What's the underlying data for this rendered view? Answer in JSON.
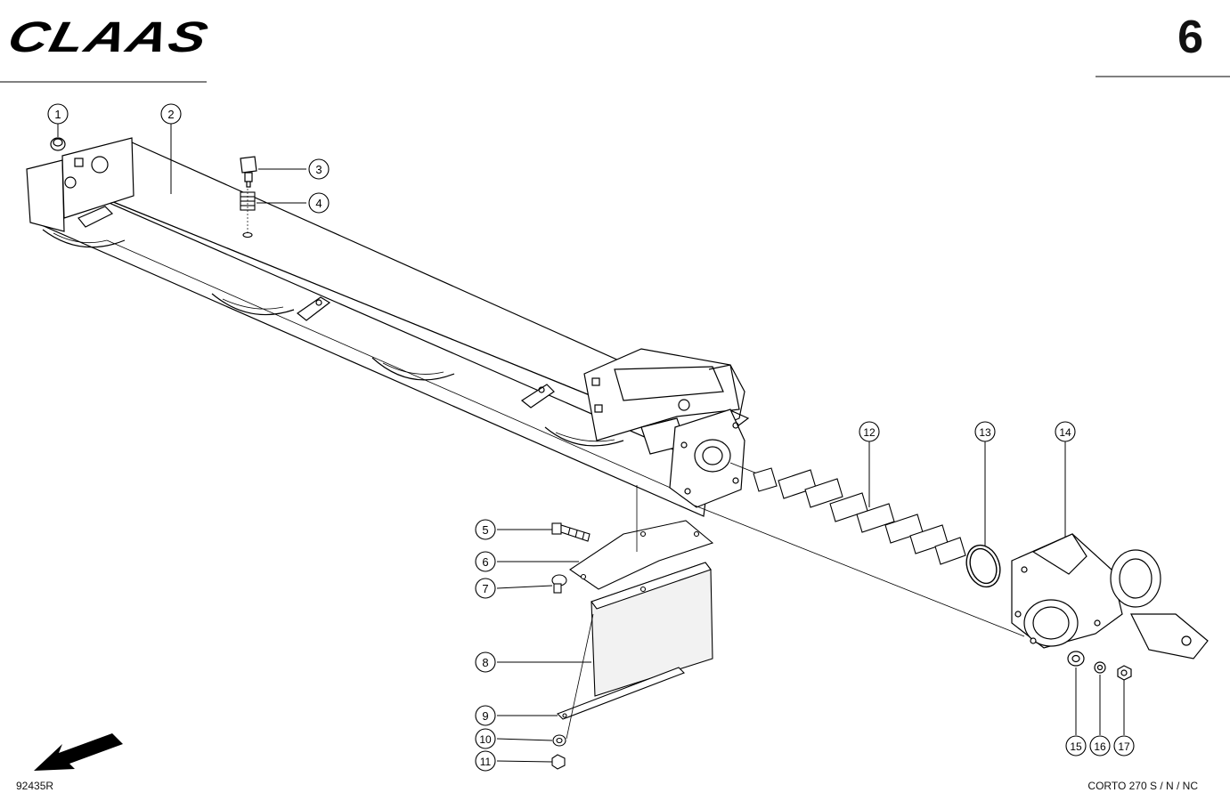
{
  "header": {
    "brand": "CLAAS",
    "page_number": "6"
  },
  "footer": {
    "drawing_code": "92435R",
    "model": "CORTO 270 S / N / NC"
  },
  "callouts": [
    {
      "label": "1"
    },
    {
      "label": "2"
    },
    {
      "label": "3"
    },
    {
      "label": "4"
    },
    {
      "label": "5"
    },
    {
      "label": "6"
    },
    {
      "label": "7"
    },
    {
      "label": "8"
    },
    {
      "label": "9"
    },
    {
      "label": "10"
    },
    {
      "label": "11"
    },
    {
      "label": "12"
    },
    {
      "label": "13"
    },
    {
      "label": "14"
    },
    {
      "label": "15"
    },
    {
      "label": "16"
    },
    {
      "label": "17"
    }
  ],
  "icons": {
    "direction": "direction-arrow-icon"
  }
}
